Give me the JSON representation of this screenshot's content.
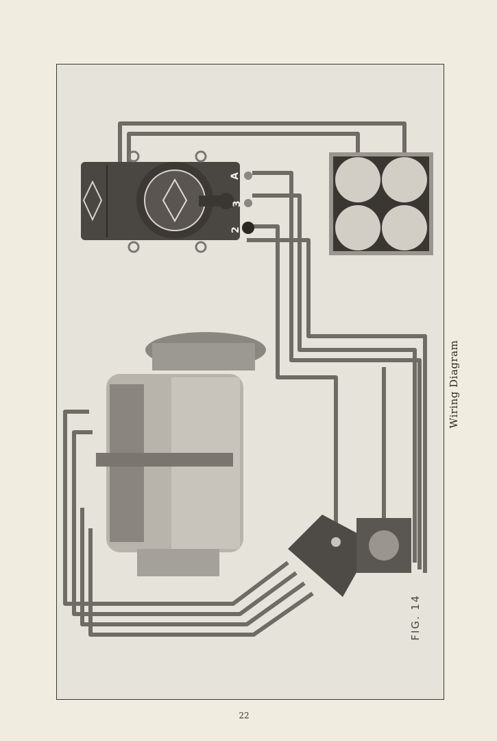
{
  "figure": {
    "label": "FIG. 14",
    "caption": "Wiring Diagram",
    "terminal_labels": [
      "A",
      "3",
      "2"
    ]
  },
  "page_number": "22",
  "colors": {
    "paper": "#f1ece0",
    "plate": "#e6e3db",
    "wire": "#6f6c66",
    "box": "#4a4642"
  }
}
